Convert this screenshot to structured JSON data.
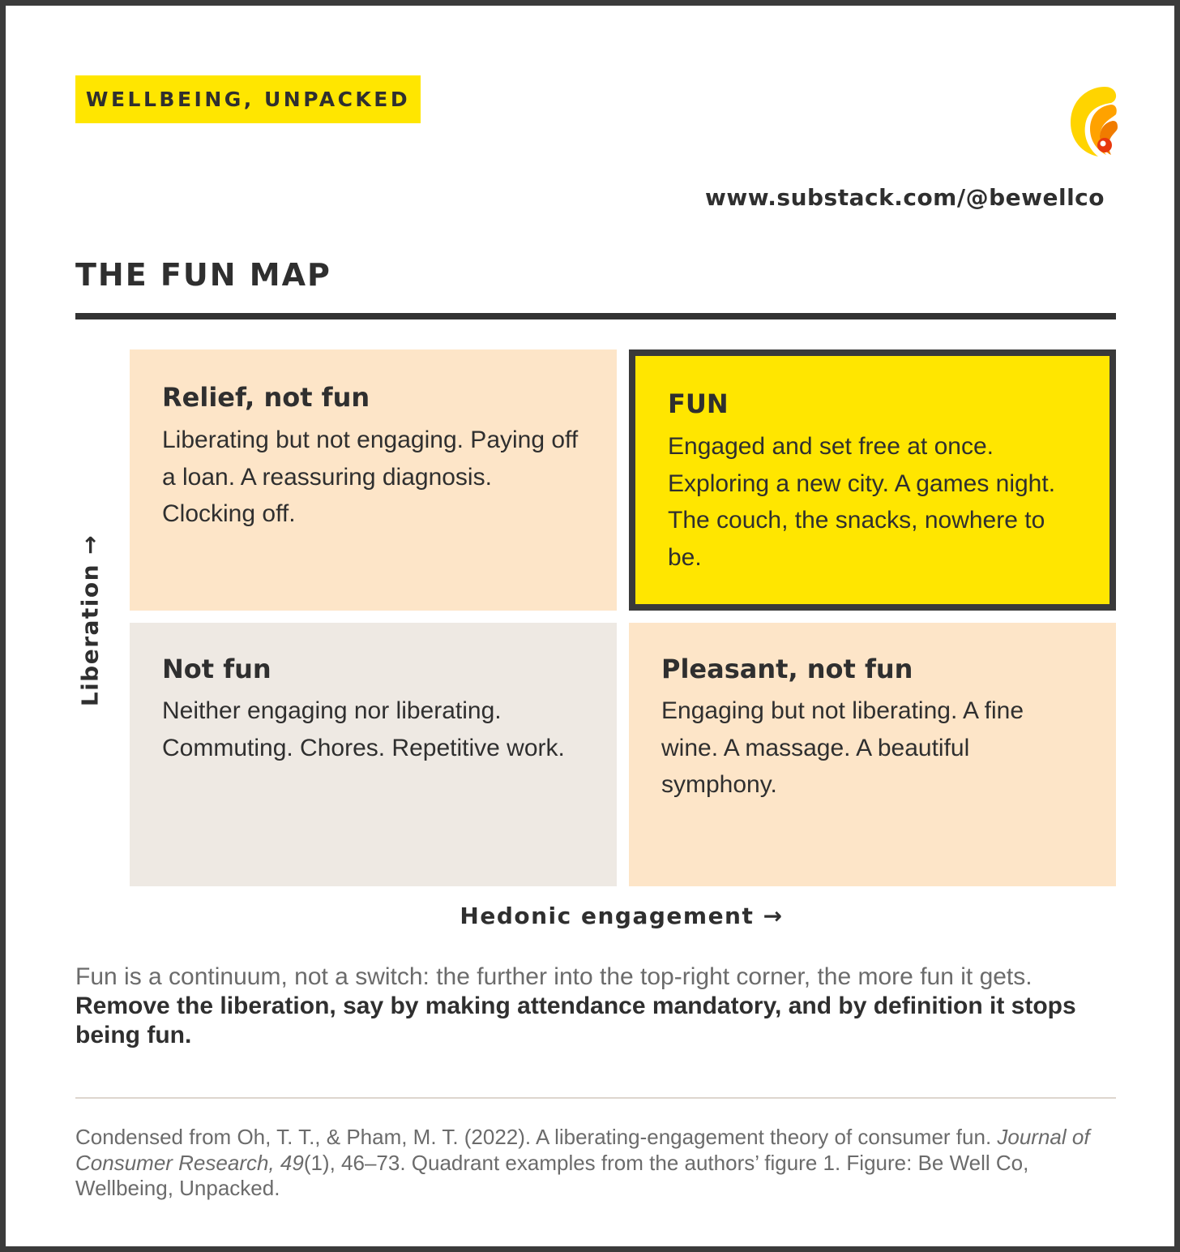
{
  "brand": {
    "badge": "WELLBEING, UNPACKED",
    "url": "www.substack.com/@bewellco",
    "logo_icon": "layered-flame-logo",
    "logo_colors": [
      "#ffd400",
      "#ffa200",
      "#f07c00",
      "#e8380d"
    ]
  },
  "title": "THE FUN MAP",
  "axes": {
    "y_label": "Liberation →",
    "x_label": "Hedonic engagement →"
  },
  "quadrants": {
    "top_left": {
      "heading": "Relief, not fun",
      "body": "Liberating but not engaging. Paying off a loan. A reassuring diagnosis. Clocking off.",
      "color": "#fde5c8"
    },
    "top_right": {
      "heading": "FUN",
      "body": "Engaged and set free at once. Exploring a new city. A games night. The couch, the snacks, nowhere to be.",
      "color": "#ffe600",
      "highlighted": true
    },
    "bottom_left": {
      "heading": "Not fun",
      "body": "Neither engaging nor liberating. Commuting. Chores. Repetitive work.",
      "color": "#eee9e3"
    },
    "bottom_right": {
      "heading": "Pleasant, not fun",
      "body": "Engaging but not liberating. A fine wine. A massage. A beautiful symphony.",
      "color": "#fde5c8"
    }
  },
  "summary": {
    "lead": "Fun is a continuum, not a switch: the further into the top-right corner, the more fun it gets.",
    "emphasis": "Remove the liberation, say by making attendance mandatory, and by definition it stops being fun."
  },
  "citation": {
    "part1": "Condensed from Oh, T. T., & Pham, M. T. (2022). A liberating-engagement theory of consumer fun. ",
    "journal": "Journal of Consumer Research, 49",
    "part2": "(1), 46–73. Quadrant examples from the authors’ figure 1. Figure: Be Well Co, Wellbeing, Unpacked."
  }
}
